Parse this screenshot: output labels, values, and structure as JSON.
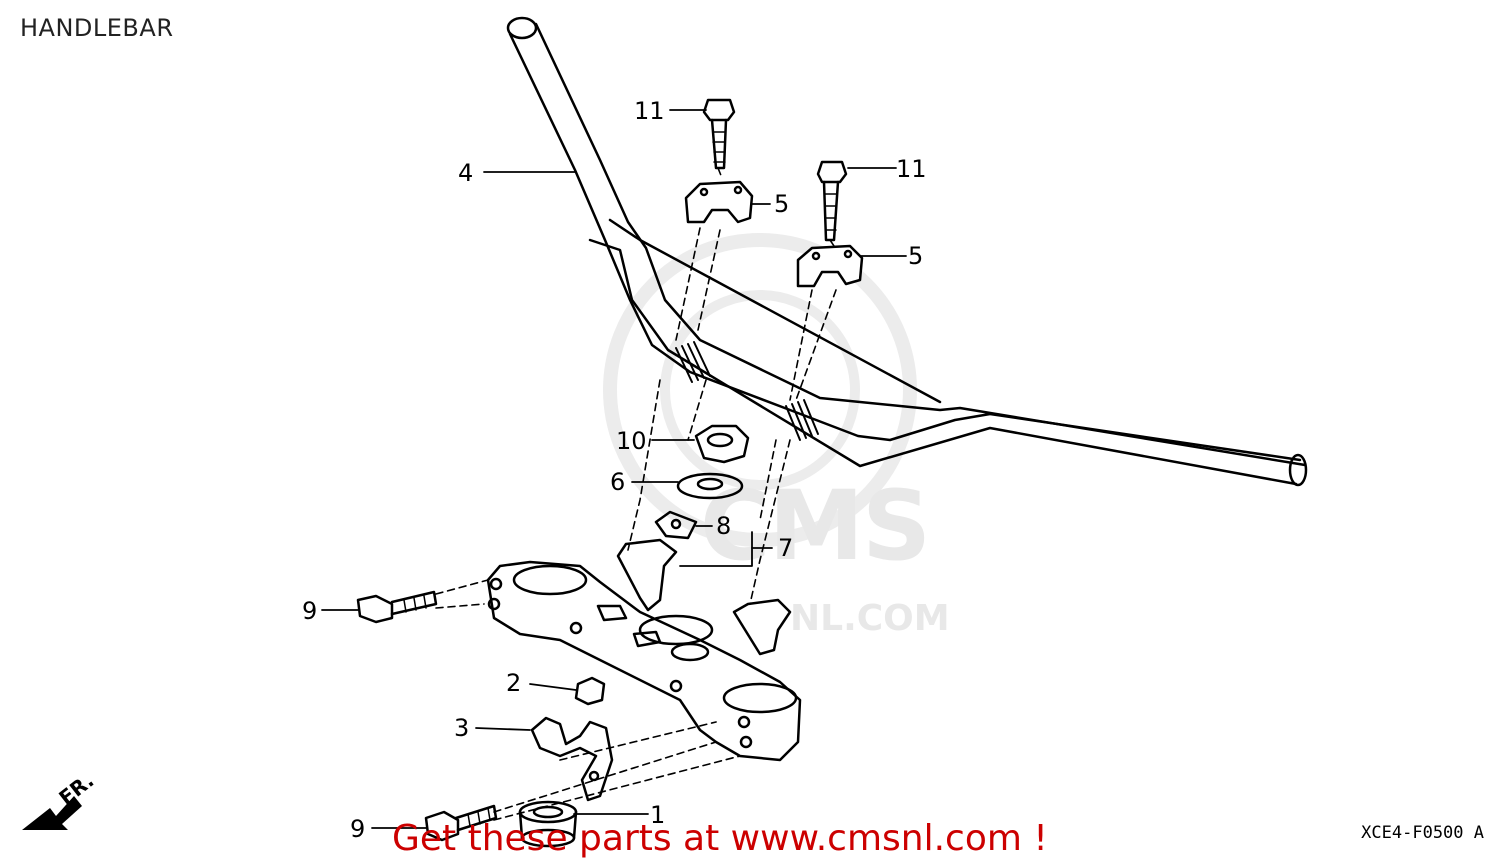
{
  "title": "HANDLEBAR",
  "diagram_code": "XCE4-F0500 A",
  "promo_text": "Get these parts at www.cmsnl.com !",
  "watermark": {
    "logo": "CMS",
    "url": "NL.COM"
  },
  "direction_label": "FR.",
  "callouts": {
    "c1": "1",
    "c2": "2",
    "c3": "3",
    "c4": "4",
    "c5a": "5",
    "c5b": "5",
    "c6": "6",
    "c7": "7",
    "c8": "8",
    "c9a": "9",
    "c9b": "9",
    "c10": "10",
    "c11a": "11",
    "c11b": "11"
  },
  "colors": {
    "promo": "#cc0000",
    "line": "#000000",
    "watermark": "#e8e8e8"
  }
}
